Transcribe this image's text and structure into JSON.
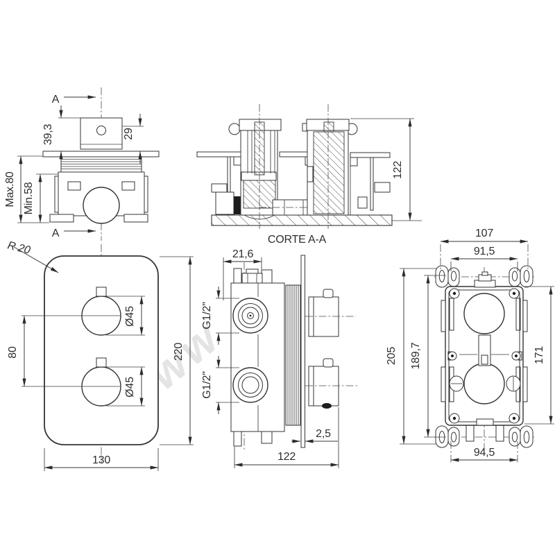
{
  "meta": {
    "background": "#ffffff",
    "line_color": "#333333",
    "text_color": "#2e2e2e",
    "watermark_color": "#e2e2e2"
  },
  "drawing": {
    "watermark": "www",
    "front_view": {
      "section_marker_top": "A",
      "section_marker_bottom": "A",
      "dim_handle_height": "39,3",
      "dim_knob_height": "29",
      "dim_max_depth": "Max.80",
      "dim_min_depth": "Min.58"
    },
    "section_view": {
      "title": "CORTE A-A",
      "dim_total_height": "122"
    },
    "faceplate_view": {
      "dim_corner_radius": "R 20",
      "dim_knob_spacing": "80",
      "dim_knob_diameter_top": "Ø45",
      "dim_knob_diameter_bottom": "Ø45",
      "dim_plate_height": "220",
      "dim_plate_width": "130"
    },
    "side_view": {
      "dim_cartridge_offset": "21,6",
      "dim_inlet_thread_top": "G1/2\"",
      "dim_inlet_thread_bottom": "G1/2\"",
      "dim_wall_plate_thickness": "2,5",
      "dim_total_depth": "122"
    },
    "box_view": {
      "dim_slot_span_top_outer": "107",
      "dim_slot_span_top_inner": "91,5",
      "dim_overall_height": "205",
      "dim_body_height": "189,7",
      "dim_screw_span": "171",
      "dim_slot_span_bottom": "94,5"
    }
  }
}
